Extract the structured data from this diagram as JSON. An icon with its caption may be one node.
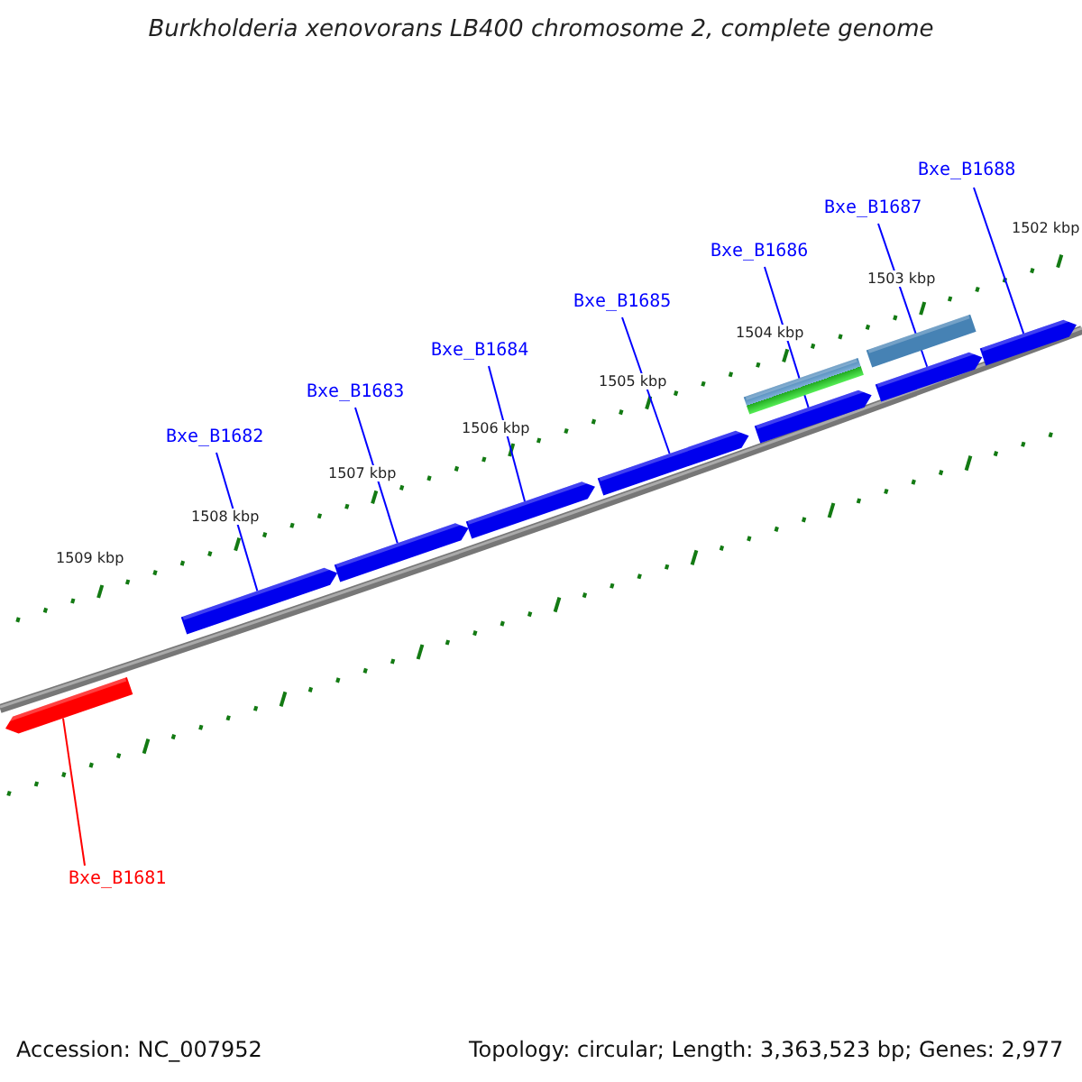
{
  "diagram": {
    "title": "Burkholderia xenovorans LB400 chromosome 2, complete genome",
    "nodes": [
      {
        "text": [
          "Bxe_B1681"
        ]
      },
      {
        "text": [
          "Bxe_B1682"
        ]
      },
      {
        "text": [
          "Bxe_B1683"
        ]
      },
      {
        "text": [
          "Bxe_B1684"
        ]
      },
      {
        "text": [
          "Bxe_B1685"
        ]
      },
      {
        "text": [
          "Bxe_B1686"
        ]
      },
      {
        "text": [
          "Bxe_B1687"
        ]
      },
      {
        "text": [
          "Bxe_B1688"
        ]
      },
      {
        "text": [],
        "shape": "arrow"
      },
      {
        "text": [],
        "shape": "arrow"
      },
      {
        "text": [],
        "shape": "arrow"
      },
      {
        "text": [],
        "shape": "arrow"
      },
      {
        "text": [],
        "shape": "arrow"
      },
      {
        "text": [],
        "shape": "arrow"
      },
      {
        "text": [],
        "shape": "arrow"
      },
      {
        "text": [],
        "shape": "arrow"
      },
      {
        "text": [],
        "shape": "bar"
      },
      {
        "text": [],
        "shape": "bar"
      }
    ],
    "edges": [
      {
        "from": 0,
        "to": 8,
        "arrow": "none",
        "color": "#ff0000"
      },
      {
        "from": 1,
        "to": 9,
        "arrow": "none"
      },
      {
        "from": 2,
        "to": 10,
        "arrow": "none"
      },
      {
        "from": 3,
        "to": 11,
        "arrow": "none"
      },
      {
        "from": 4,
        "to": 12,
        "arrow": "none"
      },
      {
        "from": 5,
        "to": 13,
        "arrow": "none"
      },
      {
        "from": 6,
        "to": 14,
        "arrow": "none"
      },
      {
        "from": 7,
        "to": 15,
        "arrow": "none"
      }
    ],
    "labels": [
      "1509 kbp",
      "1508 kbp",
      "1507 kbp",
      "1506 kbp",
      "1505 kbp",
      "1504 kbp",
      "1503 kbp",
      "1502 kbp",
      "Accession: NC_007952",
      "Topology: circular; Length: 3,363,523 bp; Genes: 2,977"
    ]
  }
}
